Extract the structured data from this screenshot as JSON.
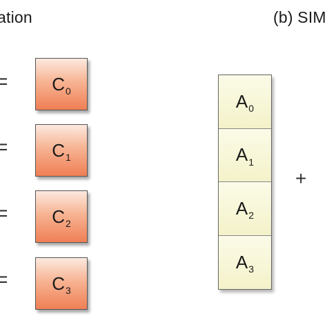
{
  "captions": {
    "left": "ation",
    "right": "(b) SIM"
  },
  "left_column": {
    "equals": [
      "=",
      "=",
      "=",
      "="
    ],
    "boxes": [
      {
        "letter": "C",
        "index": "0"
      },
      {
        "letter": "C",
        "index": "1"
      },
      {
        "letter": "C",
        "index": "2"
      },
      {
        "letter": "C",
        "index": "3"
      }
    ]
  },
  "right_column": {
    "cells": [
      {
        "letter": "A",
        "index": "0"
      },
      {
        "letter": "A",
        "index": "1"
      },
      {
        "letter": "A",
        "index": "2"
      },
      {
        "letter": "A",
        "index": "3"
      }
    ],
    "operator": "+"
  },
  "colors": {
    "c_box_light": "#fce9df",
    "c_box_dark": "#ef7f55",
    "a_cell_light": "#fbfbe8",
    "a_cell_dark": "#f4f2c9"
  }
}
